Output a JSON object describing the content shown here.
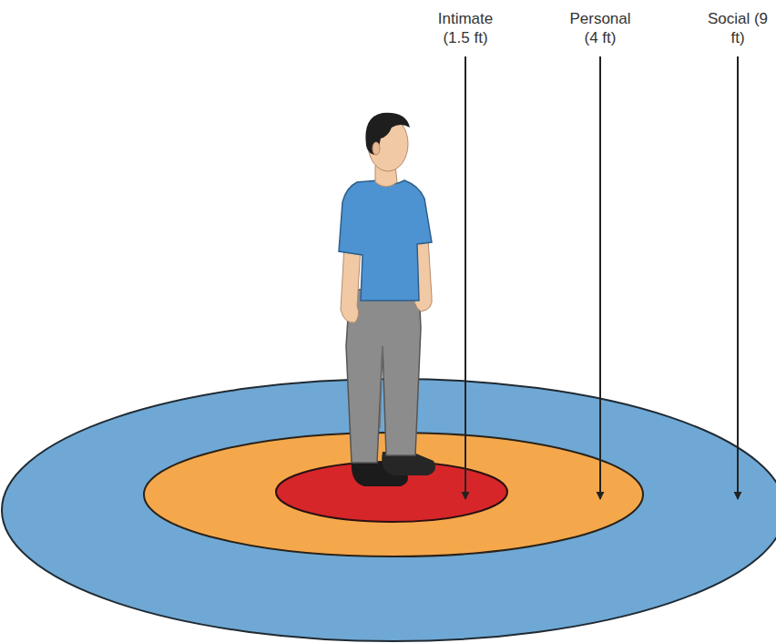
{
  "diagram": {
    "labels": [
      "Intimate (1.5 ft)",
      "Personal (4 ft)",
      "Social (9 ft)"
    ]
  }
}
